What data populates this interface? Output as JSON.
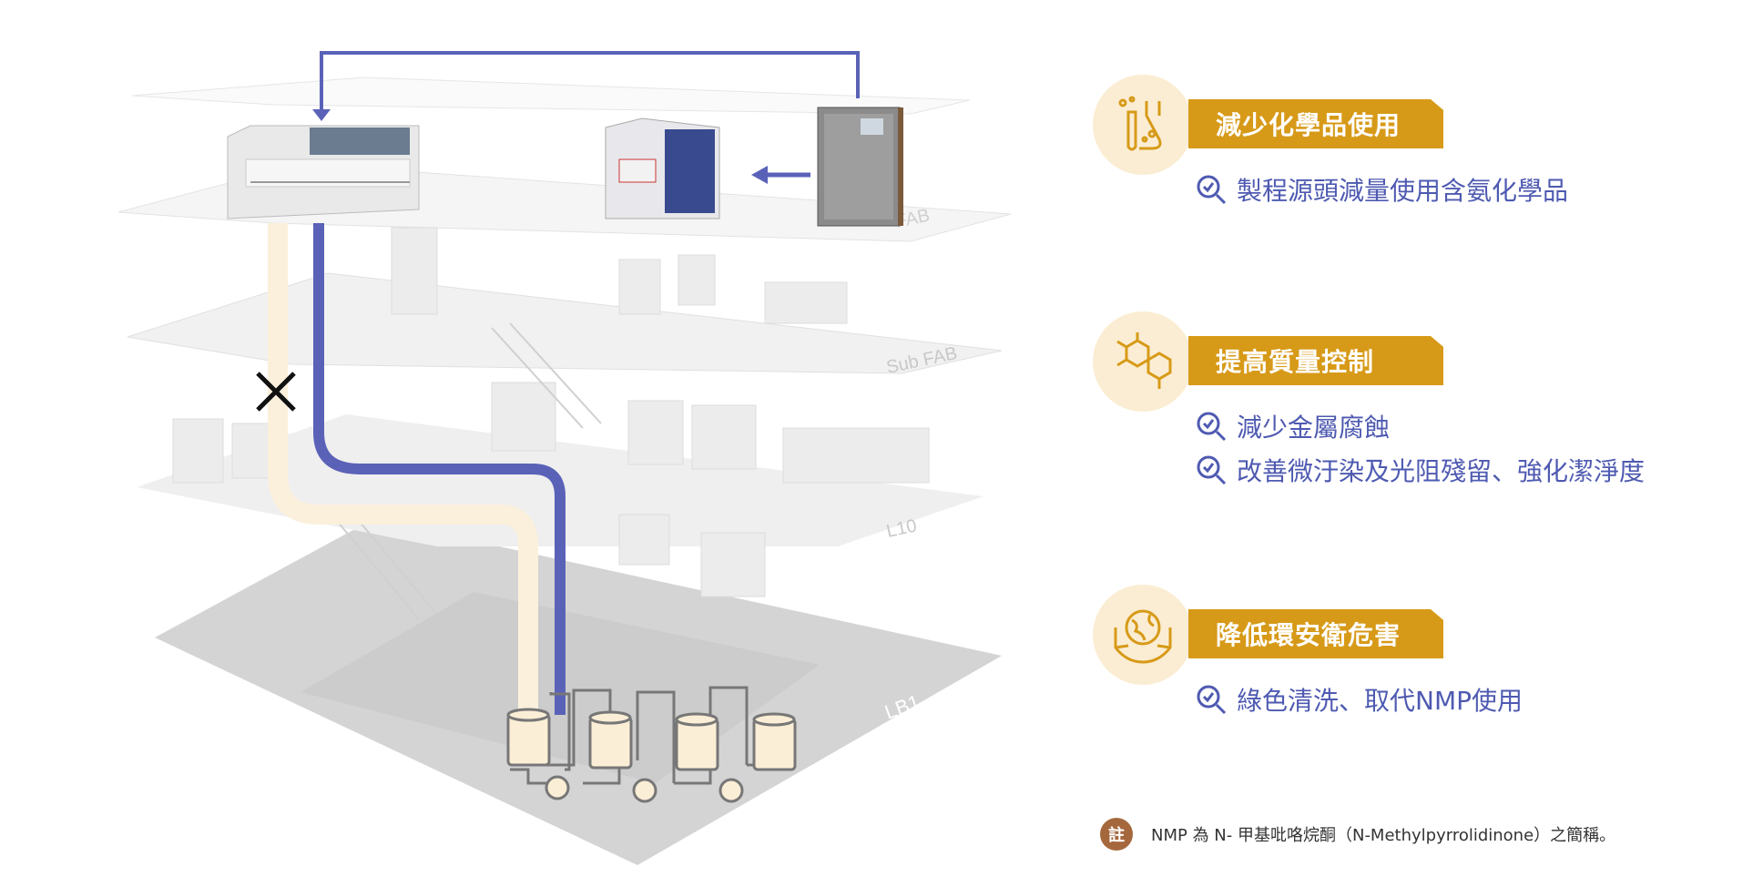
{
  "floors": {
    "fab": "FAB",
    "sub_fab": "Sub FAB",
    "l10": "L10",
    "lb1": "LB1"
  },
  "benefits": [
    {
      "title": "減少化學品使用",
      "icon": "chemical-flask-icon",
      "items": [
        "製程源頭減量使用含氨化學品"
      ]
    },
    {
      "title": "提高質量控制",
      "icon": "molecule-icon",
      "items": [
        "減少金屬腐蝕",
        "改善微汙染及光阻殘留、強化潔淨度"
      ]
    },
    {
      "title": "降低環安衛危害",
      "icon": "globe-hands-icon",
      "items": [
        "綠色清洗、取代NMP使用"
      ]
    }
  ],
  "note": {
    "badge": "註",
    "text": "NMP 為 N- 甲基吡咯烷酮（N-Methylpyrrolidinone）之簡稱。"
  },
  "colors": {
    "pipe_blue": "#5a62b8",
    "pipe_cream": "#fbf0dc",
    "accent_gold": "#d79a18",
    "icon_circle": "#fbedd3",
    "text_blue": "#4e5ab1",
    "note_badge": "#a5683c"
  }
}
